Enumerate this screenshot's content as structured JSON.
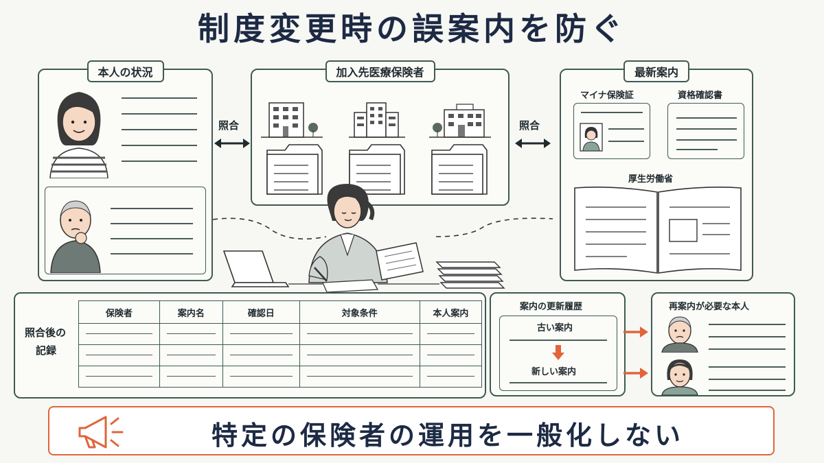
{
  "title": "制度変更時の誤案内を防ぐ",
  "left_panel": {
    "title": "本人の状況"
  },
  "middle_panel": {
    "title": "加入先医療保険者"
  },
  "right_panel": {
    "title": "最新案内",
    "card1_label": "マイナ保険証",
    "card2_label": "資格確認書",
    "book_label": "厚生労働省"
  },
  "connector_left": "照合",
  "connector_right": "照合",
  "record": {
    "side_label_1": "照合後の",
    "side_label_2": "記録",
    "columns": [
      "保険者",
      "案内名",
      "確認日",
      "対象条件",
      "本人案内"
    ]
  },
  "history": {
    "title": "案内の更新履歴",
    "old": "古い案内",
    "new": "新しい案内"
  },
  "reguide": {
    "title": "再案内が必要な本人"
  },
  "banner": {
    "text": "特定の保険者の運用を一般化しない"
  },
  "colors": {
    "accent": "#e0653a",
    "frame": "#3f5a52",
    "title": "#1d2a44"
  },
  "icons": [
    "person-icon",
    "building-icon",
    "folder-icon",
    "megaphone-icon",
    "id-card-icon",
    "book-icon",
    "laptop-icon",
    "document-stack-icon",
    "arrow-right-icon",
    "arrow-down-icon"
  ]
}
